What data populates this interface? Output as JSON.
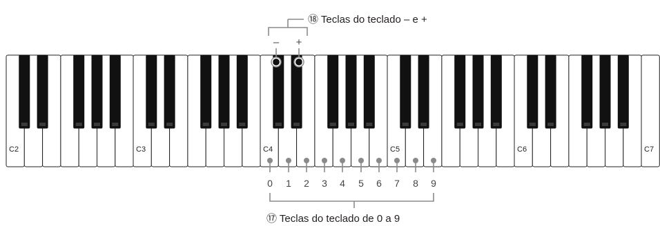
{
  "octave_labels": [
    "C2",
    "C3",
    "C4",
    "C5",
    "C6",
    "C7"
  ],
  "number_keys": [
    "0",
    "1",
    "2",
    "3",
    "4",
    "5",
    "6",
    "7",
    "8",
    "9"
  ],
  "callout_top": {
    "label": "⑱ Teclas do teclado – e +",
    "minus": "–",
    "plus": "+"
  },
  "callout_bottom": {
    "label": "⑰ Teclas do teclado de 0 a 9"
  },
  "colors": {
    "white_key": "#ffffff",
    "black_key": "#111111",
    "outline": "#231f20",
    "leader": "#8a8a8a"
  }
}
